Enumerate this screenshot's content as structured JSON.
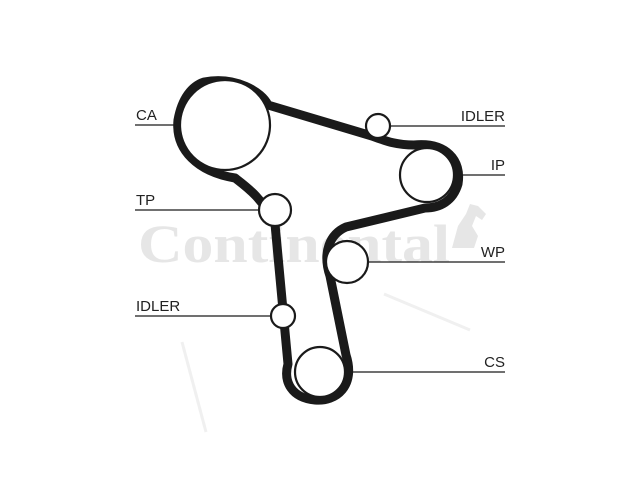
{
  "colors": {
    "belt": "#1a1a1a",
    "watermark": "#e6e6e6",
    "text": "#222222",
    "background": "#ffffff"
  },
  "watermark": {
    "brand": "Continental",
    "icon": "rearing-horse-icon"
  },
  "labels": {
    "ca": "CA",
    "tp": "TP",
    "idler_left": "IDLER",
    "idler_right": "IDLER",
    "ip": "IP",
    "wp": "WP",
    "cs": "CS"
  }
}
